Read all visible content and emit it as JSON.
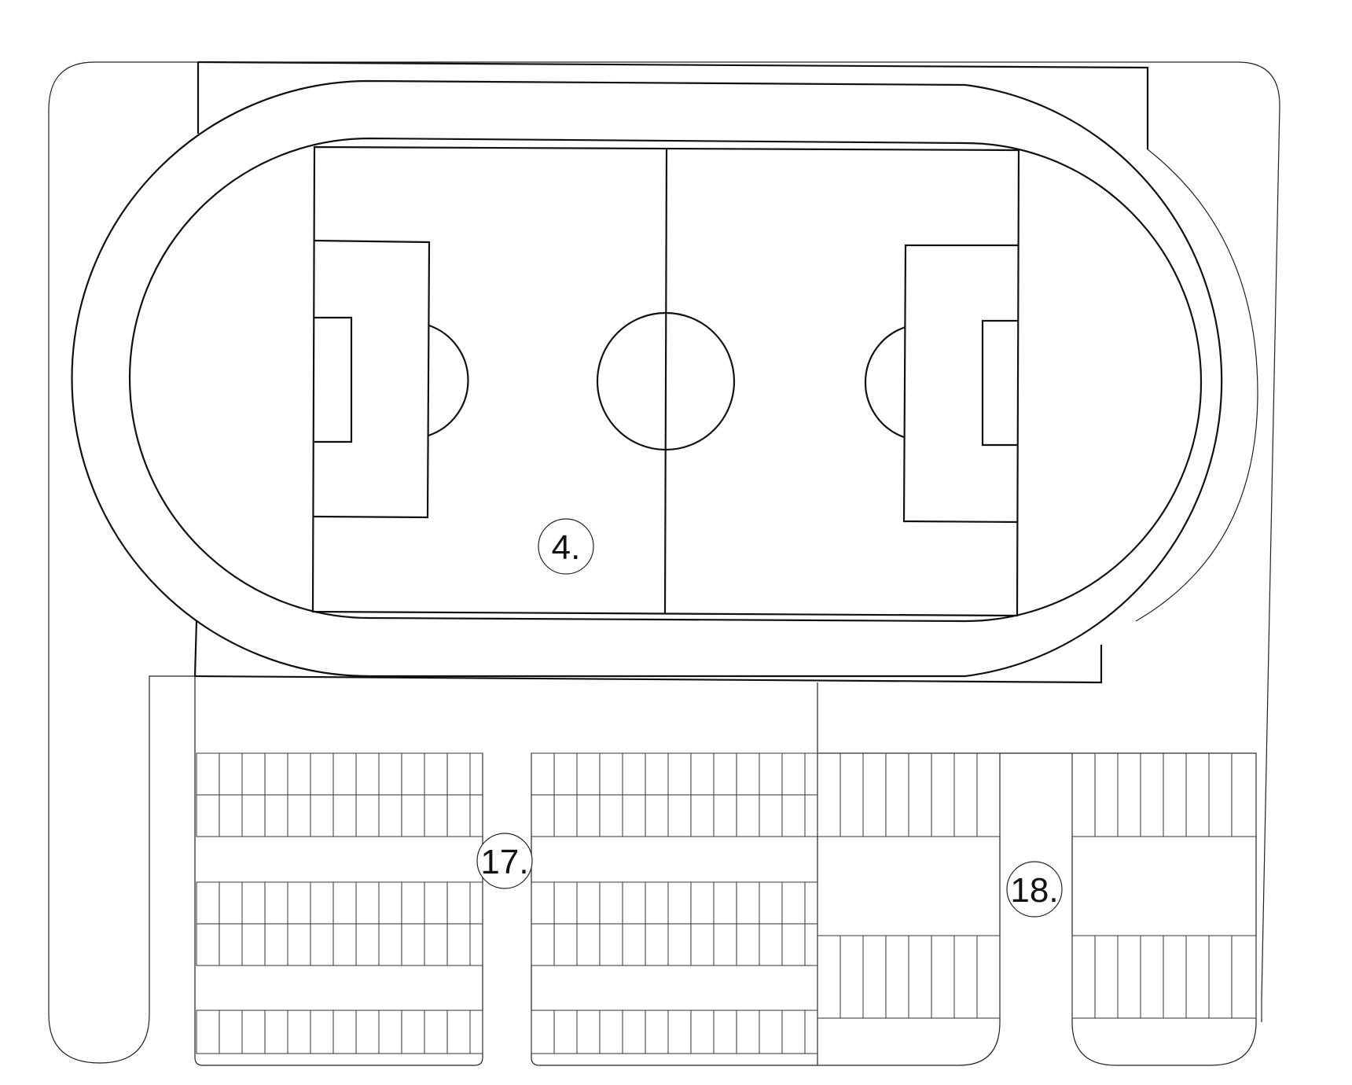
{
  "labels": {
    "stadium": "4.",
    "parking_west": "17.",
    "parking_east": "18."
  },
  "colors": {
    "line": "#111111",
    "background": "#ffffff"
  }
}
